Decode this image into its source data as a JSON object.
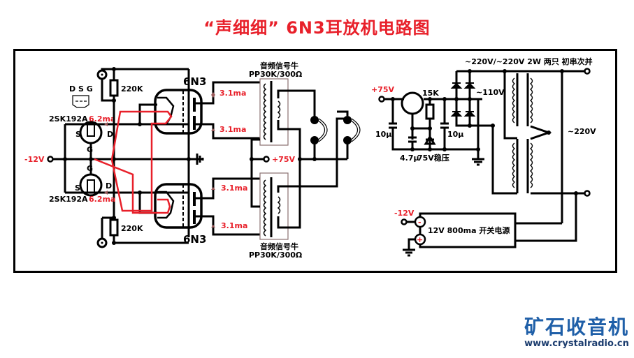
{
  "title": "“声细细” 6N3耳放机电路图",
  "amp": {
    "jfet_model": "2SK192A",
    "jfet_pin_label": "D S G",
    "jfet_current": "6.2ma",
    "pin_s": "S",
    "pin_d": "D",
    "pin_g": "G",
    "bias_resistor": "220K",
    "supply_neg": "-12V",
    "tube": "6N3",
    "plate_current": "3.1ma",
    "supply_pos": "+75V",
    "transformer_name": "音频信号牛",
    "transformer_spec": "PP30K/300Ω"
  },
  "psu": {
    "input_label": "+75V",
    "resistor": "15K",
    "cap1": "10μ",
    "cap2": "4.7μ",
    "cap3": "10μ",
    "zener": "75V稳压",
    "tap_voltage": "~110V",
    "transformer_label": "~220V/~220V 2W 两只  初串次并",
    "mains": "~220V",
    "smps_neg": "-12V",
    "smps_label": "12V  800ma  开关电源",
    "minus_sign": "-",
    "plus_sign": "+"
  },
  "logo": {
    "name": "矿石收音机",
    "url": "www.crystalradio.cn"
  },
  "colors": {
    "title": "#e8202a",
    "annotation": "#e8202a",
    "logo": "#1f5fa8"
  }
}
